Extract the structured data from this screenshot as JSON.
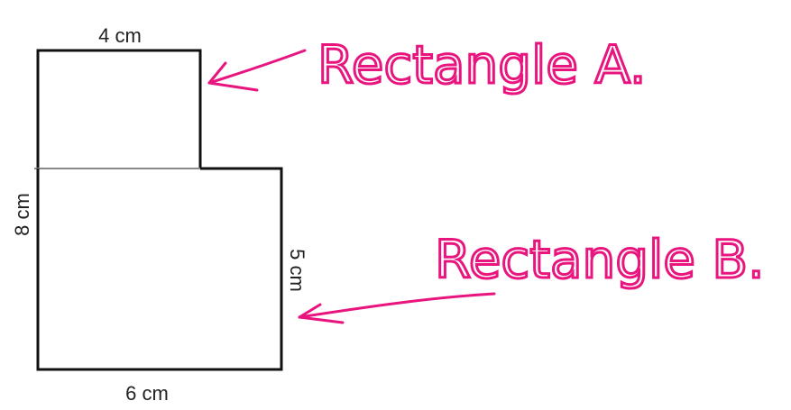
{
  "labels": {
    "top_width": "4 cm",
    "left_height": "8 cm",
    "right_height": "5 cm",
    "bottom_width": "6 cm"
  },
  "annotations": {
    "rect_a": "Rectangle A.",
    "rect_b": "Rectangle B."
  },
  "colors": {
    "outline": "#111111",
    "annotation": "#e8157f"
  }
}
